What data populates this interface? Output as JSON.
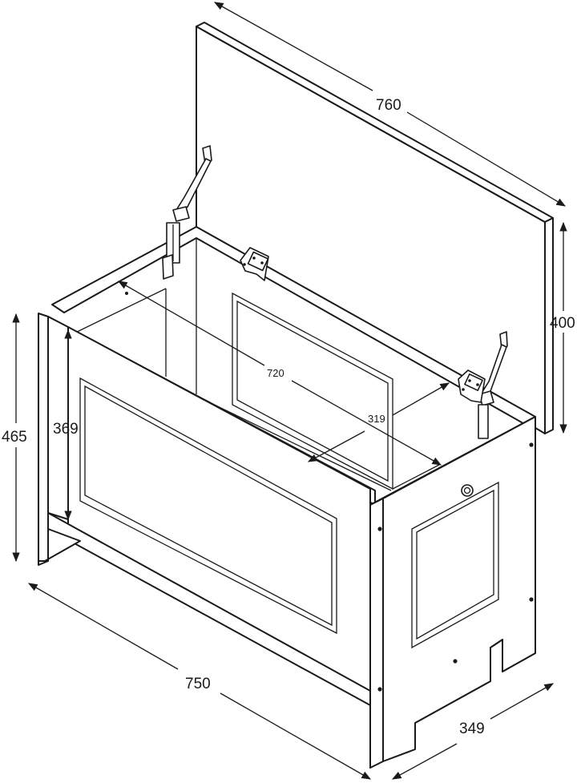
{
  "dimensions": {
    "lid_width": "760",
    "lid_height": "400",
    "inner_width": "720",
    "inner_depth": "319",
    "inner_height": "369",
    "total_height": "465",
    "total_width": "750",
    "total_depth": "349"
  },
  "colors": {
    "line": "#1a1a1a",
    "background": "#ffffff"
  }
}
